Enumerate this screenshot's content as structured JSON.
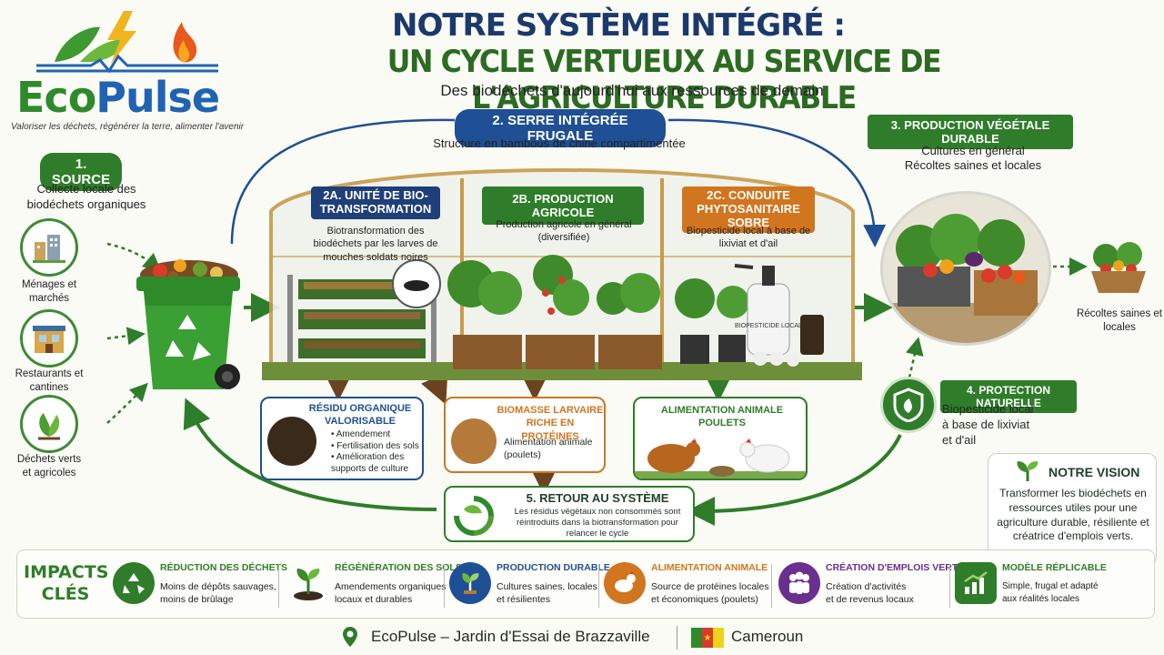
{
  "brand": {
    "name_part1": "Eco",
    "name_part2": "Pulse",
    "tagline": "Valoriser les déchets, régénérer la terre, alimenter l'avenir"
  },
  "header": {
    "title_line1": "NOTRE SYSTÈME INTÉGRÉ :",
    "title_line2": "UN CYCLE VERTUEUX AU SERVICE DE L'AGRICULTURE DURABLE",
    "subtitle": "Des biodéchets d'aujourd'hui aux ressources de demain"
  },
  "source": {
    "label": "1. SOURCE",
    "description": "Collecte locale des biodéchets organiques",
    "items": [
      {
        "label": "Ménages et marchés",
        "icon": "buildings-icon"
      },
      {
        "label": "Restaurants et cantines",
        "icon": "restaurant-icon"
      },
      {
        "label": "Déchets verts et agricoles",
        "icon": "leaves-icon"
      }
    ]
  },
  "greenhouse": {
    "label": "2. SERRE INTÉGRÉE FRUGALE",
    "description": "Structure en bambous de chine compartimentée",
    "unit_a": {
      "label": "2A. UNITÉ DE BIO-TRANSFORMATION",
      "description": "Biotransformation des biodéchets par les larves de mouches soldats noires"
    },
    "unit_b": {
      "label": "2B. PRODUCTION AGRICOLE",
      "description": "Production agricole en général (diversifiée)"
    },
    "unit_c": {
      "label": "2C. CONDUITE PHYTOSANITAIRE SOBRE",
      "description": "Biopesticide local à base de lixiviat et d'ail",
      "sprayer_label": "BIOPESTICIDE LOCAL"
    }
  },
  "outputs": {
    "residue": {
      "title": "RÉSIDU ORGANIQUE VALORISABLE",
      "bullets": [
        "Amendement",
        "Fertilisation des sols",
        "Amélioration des supports de culture"
      ]
    },
    "biomass": {
      "title": "BIOMASSE LARVAIRE RICHE EN PROTÉINES",
      "description": "Alimentation animale (poulets)"
    },
    "feed": {
      "title": "ALIMENTATION ANIMALE POULETS"
    }
  },
  "production": {
    "label": "3. PRODUCTION VÉGÉTALE DURABLE",
    "line1": "Cultures en général",
    "line2": "Récoltes saines et locales",
    "harvest_label": "Récoltes saines et locales"
  },
  "protection": {
    "label": "4. PROTECTION NATURELLE",
    "description": "Biopesticide local à base de lixiviat et d'ail"
  },
  "return": {
    "label": "5. RETOUR AU SYSTÈME",
    "description": "Les résidus végétaux non consommés sont réintroduits dans la biotransformation pour relancer le cycle"
  },
  "vision": {
    "title": "NOTRE VISION",
    "text": "Transformer les biodéchets en ressources utiles pour une agriculture durable, résiliente et créatrice d'emplois verts."
  },
  "impacts": {
    "heading_line1": "IMPACTS",
    "heading_line2": "CLÉS",
    "items": [
      {
        "title": "RÉDUCTION DES DÉCHETS",
        "line1": "Moins de dépôts sauvages,",
        "line2": "moins de brûlage",
        "color": "#2f7d2a",
        "icon": "recycle-icon"
      },
      {
        "title": "RÉGÉNÉRATION DES SOLS",
        "line1": "Amendements organiques",
        "line2": "locaux et durables",
        "color": "#2f7d2a",
        "icon": "sprout-icon"
      },
      {
        "title": "PRODUCTION DURABLE",
        "line1": "Cultures saines, locales",
        "line2": "et résilientes",
        "color": "#1f4f94",
        "icon": "plant-icon"
      },
      {
        "title": "ALIMENTATION ANIMALE",
        "line1": "Source de protéines locales",
        "line2": "et économiques (poulets)",
        "color": "#d2751f",
        "icon": "chicken-icon"
      },
      {
        "title": "CRÉATION D'EMPLOIS VERTS",
        "line1": "Création d'activités",
        "line2": "et de revenus locaux",
        "color": "#6a2f8f",
        "icon": "people-icon"
      },
      {
        "title": "MODÈLE RÉPLICABLE",
        "line1": "Simple, frugal et adapté",
        "line2": "aux réalités locales",
        "color": "#2f7d2a",
        "icon": "growth-chart-icon"
      }
    ]
  },
  "footer": {
    "location": "EcoPulse – Jardin d'Essai de Brazzaville",
    "country": "Cameroun"
  },
  "colors": {
    "green": "#2f7d2a",
    "blue": "#1f4f94",
    "orange": "#d2751f",
    "title_blue": "#1b3a6b"
  }
}
